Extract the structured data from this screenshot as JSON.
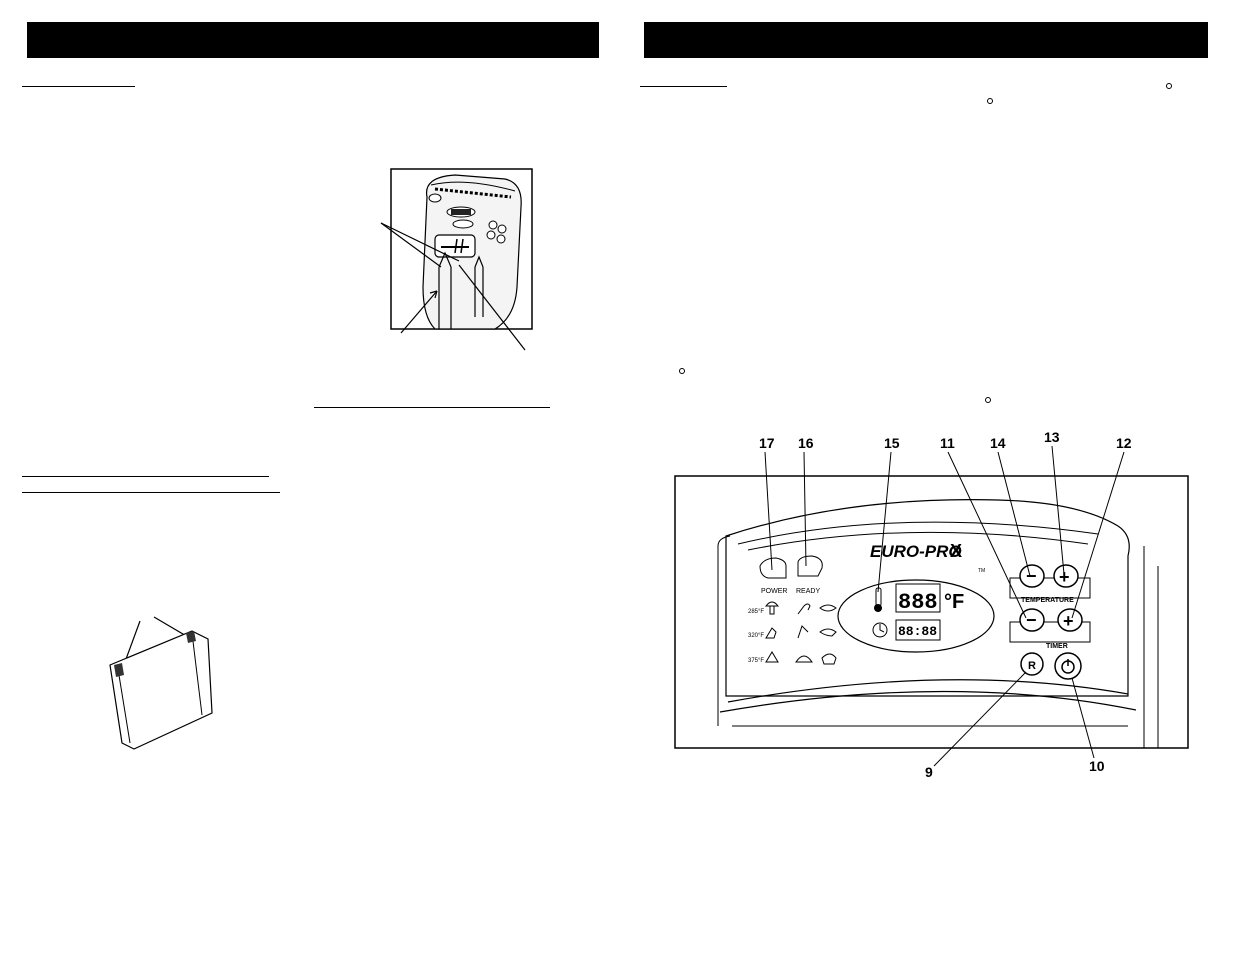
{
  "left_page": {
    "header_text": ""
  },
  "right_page": {
    "header_text": ""
  },
  "control_panel": {
    "brand": "EURO-PRO",
    "trademark": "TM",
    "power_label": "POWER",
    "ready_label": "READY",
    "temperature_label": "TEMPERATURE",
    "timer_label": "TIMER",
    "temp_display": "888",
    "temp_unit": "°F",
    "time_display": "88:88",
    "reset_label": "R",
    "temp_rows": [
      "285°F",
      "320°F",
      "375°F"
    ],
    "callouts": [
      "17",
      "16",
      "15",
      "11",
      "14",
      "13",
      "12",
      "9",
      "10"
    ]
  }
}
